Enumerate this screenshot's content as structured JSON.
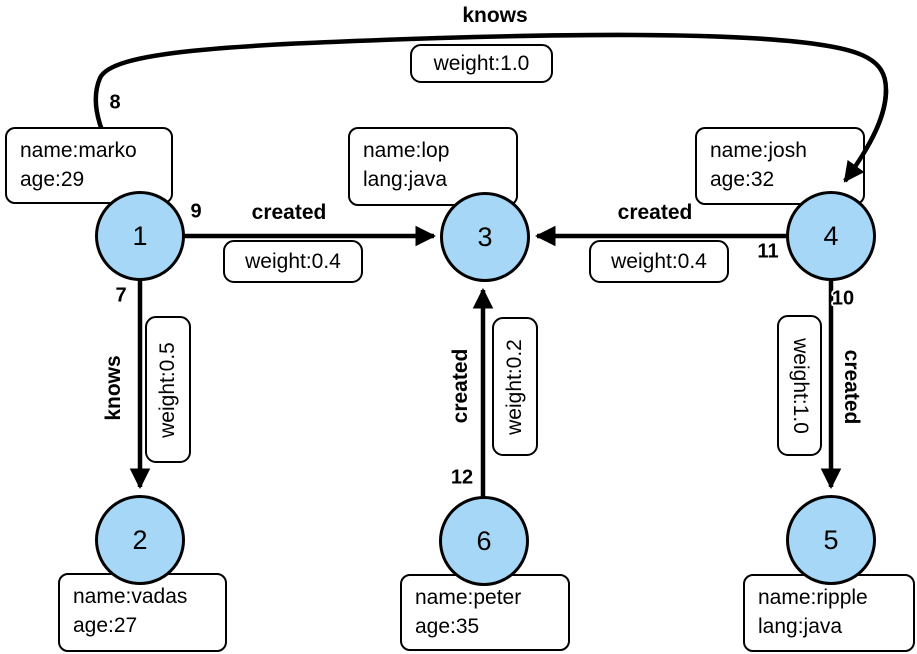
{
  "diagram_type": "property-graph",
  "colors": {
    "background": "#ffffff",
    "node_fill": "#a6d7f6",
    "node_stroke": "#000000",
    "edge_color": "#000000",
    "label_box_fill": "#ffffff",
    "label_box_stroke": "#000000"
  },
  "nodes": [
    {
      "id": "1",
      "properties": [
        "name:marko",
        "age:29"
      ]
    },
    {
      "id": "2",
      "properties": [
        "name:vadas",
        "age:27"
      ]
    },
    {
      "id": "3",
      "properties": [
        "name:lop",
        "lang:java"
      ]
    },
    {
      "id": "4",
      "properties": [
        "name:josh",
        "age:32"
      ]
    },
    {
      "id": "5",
      "properties": [
        "name:ripple",
        "lang:java"
      ]
    },
    {
      "id": "6",
      "properties": [
        "name:peter",
        "age:35"
      ]
    }
  ],
  "edges": [
    {
      "id": "7",
      "label": "knows",
      "weight": "weight:0.5",
      "from": "1",
      "to": "2"
    },
    {
      "id": "8",
      "label": "knows",
      "weight": "weight:1.0",
      "from": "1",
      "to": "4"
    },
    {
      "id": "9",
      "label": "created",
      "weight": "weight:0.4",
      "from": "1",
      "to": "3"
    },
    {
      "id": "10",
      "label": "created",
      "weight": "weight:1.0",
      "from": "4",
      "to": "5"
    },
    {
      "id": "11",
      "label": "created",
      "weight": "weight:0.4",
      "from": "4",
      "to": "3"
    },
    {
      "id": "12",
      "label": "created",
      "weight": "weight:0.2",
      "from": "6",
      "to": "3"
    }
  ]
}
